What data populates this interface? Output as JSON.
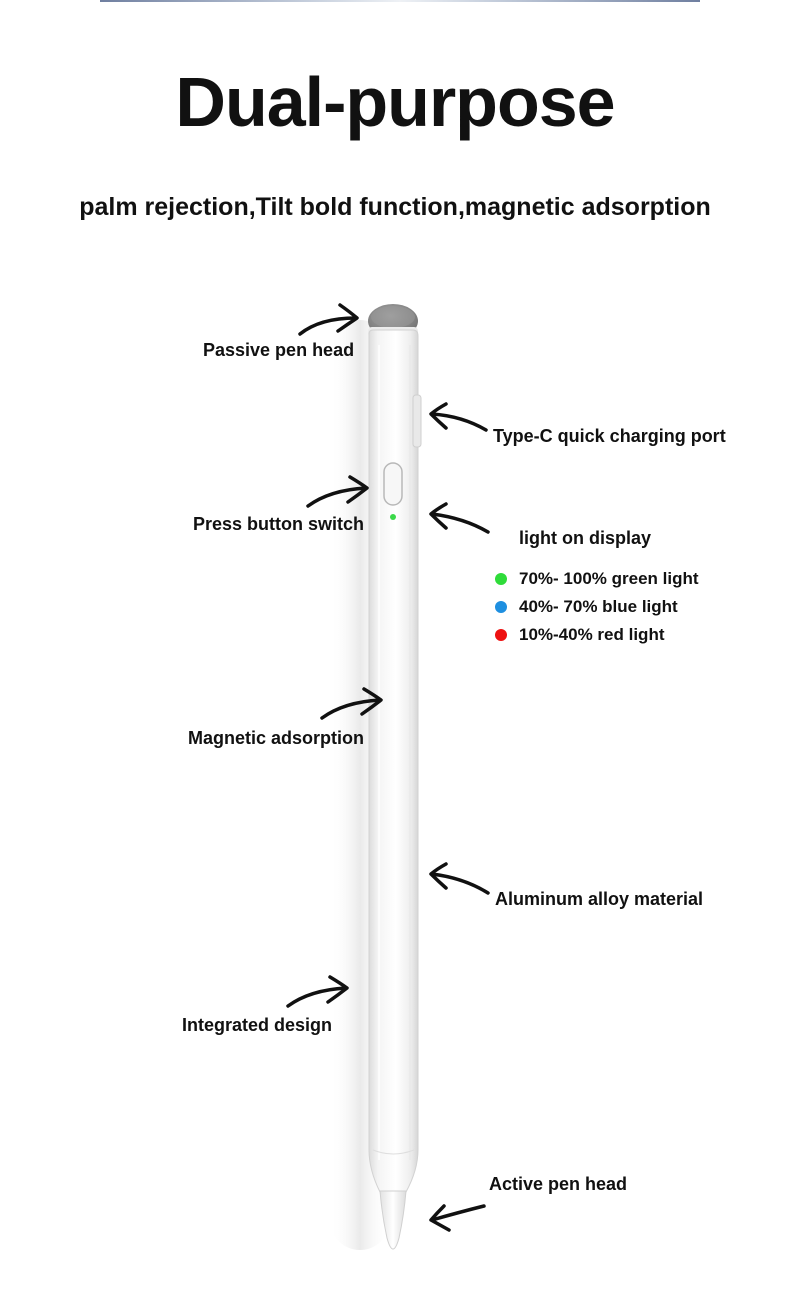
{
  "header": {
    "title": "Dual-purpose",
    "subtitle": "palm rejection,Tilt bold function,magnetic adsorption"
  },
  "labels": {
    "passive_pen_head": "Passive pen head",
    "type_c_port": "Type-C quick charging port",
    "press_button_switch": "Press button switch",
    "light_on_display": "light on display",
    "magnetic_adsorption": "Magnetic adsorption",
    "aluminum_alloy": "Aluminum alloy material",
    "integrated_design": "Integrated design",
    "active_pen_head": "Active pen head"
  },
  "light_legend": [
    {
      "text": "70%- 100% green light",
      "color": "#2fdc3a"
    },
    {
      "text": "40%- 70% blue light",
      "color": "#1e8fe0"
    },
    {
      "text": "10%-40% red light",
      "color": "#ee1111"
    }
  ],
  "colors": {
    "indicator_light": "#3bd94a",
    "felt_tip": "#8d8d8d",
    "pen_body": "#f6f6f6"
  },
  "icons": {
    "arrow": "hand-drawn-arrow-icon"
  }
}
